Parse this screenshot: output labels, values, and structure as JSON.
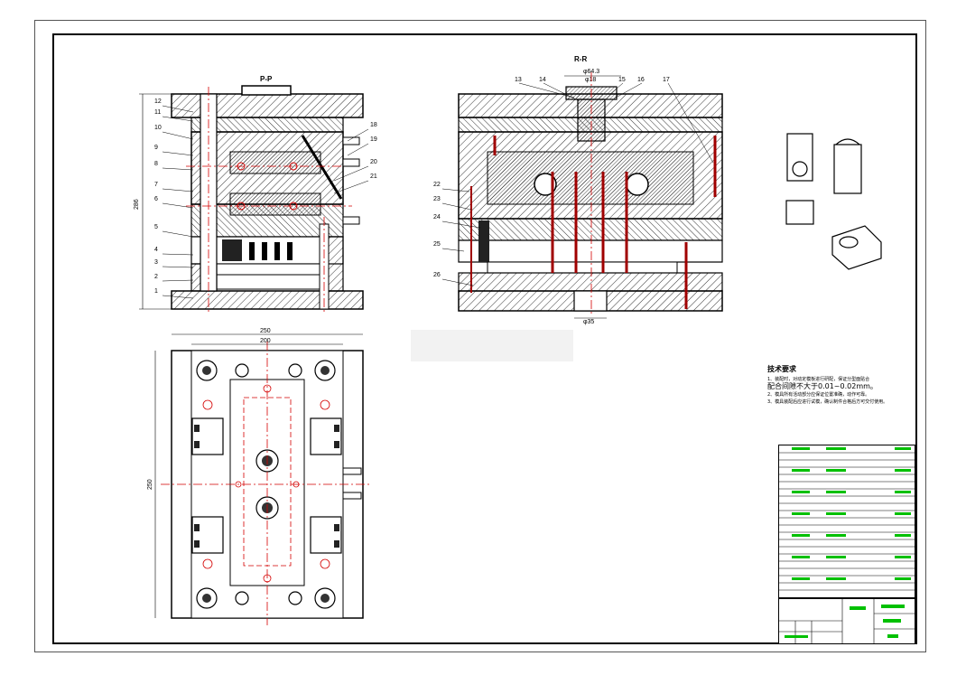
{
  "views": {
    "section_pp": "P-P",
    "section_rr": "R-R"
  },
  "dimensions": {
    "height_286": "286",
    "width_250": "250",
    "width_200": "200",
    "height_250": "250",
    "dia_64": "φ64.3",
    "dia_18": "φ18",
    "dia_35": "φ35"
  },
  "part_numbers_left": [
    "12",
    "11",
    "10",
    "9",
    "8",
    "7",
    "6",
    "5",
    "4",
    "3",
    "2",
    "1"
  ],
  "part_numbers_left_right": [
    "18",
    "19",
    "20",
    "21"
  ],
  "part_numbers_right_top": [
    "13",
    "14",
    "15",
    "16",
    "17"
  ],
  "part_numbers_right_left": [
    "22",
    "23",
    "24",
    "25",
    "26"
  ],
  "tech_notes": {
    "heading": "技术要求",
    "line1": "1、装配时，对动定模板进行研配，保证分型面贴合",
    "line2": "配合间隙不大于0.01~0.02mm。",
    "line3": "2、模具所有活动部分应保证位置准确，动作可靠。",
    "line4": "3、模具装配后应进行试模，确认制件合格后方可交付使用。"
  },
  "colors": {
    "line": "#000000",
    "centerline": "#d40000",
    "bom_text": "#00c000"
  }
}
